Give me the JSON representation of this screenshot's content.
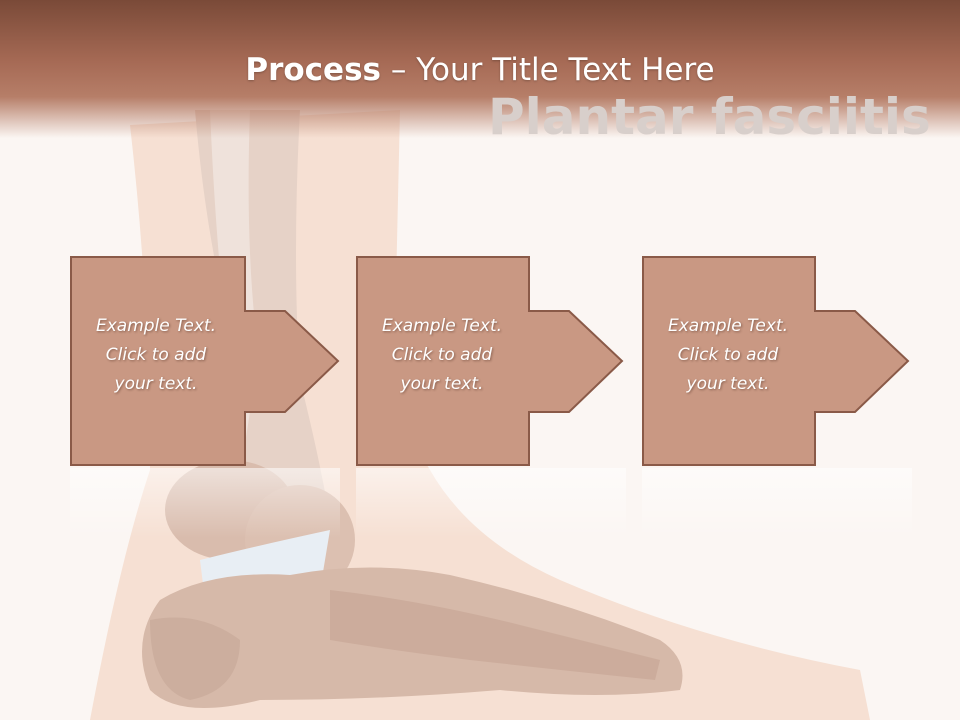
{
  "slide": {
    "title_bold": "Process",
    "title_rest": " – Your Title Text Here",
    "watermark": "Plantar fasciitis"
  },
  "steps": [
    {
      "text": "Example Text.\nClick  to add\nyour text."
    },
    {
      "text": "Example Text.\nClick  to add\nyour text."
    },
    {
      "text": "Example Text.\nClick  to add\nyour text."
    }
  ],
  "colors": {
    "header_dark": "#7a4a38",
    "header_light": "#b67e68",
    "box_fill": "#c99883",
    "box_stroke": "#8a5a48",
    "background": "#fbf6f3"
  }
}
